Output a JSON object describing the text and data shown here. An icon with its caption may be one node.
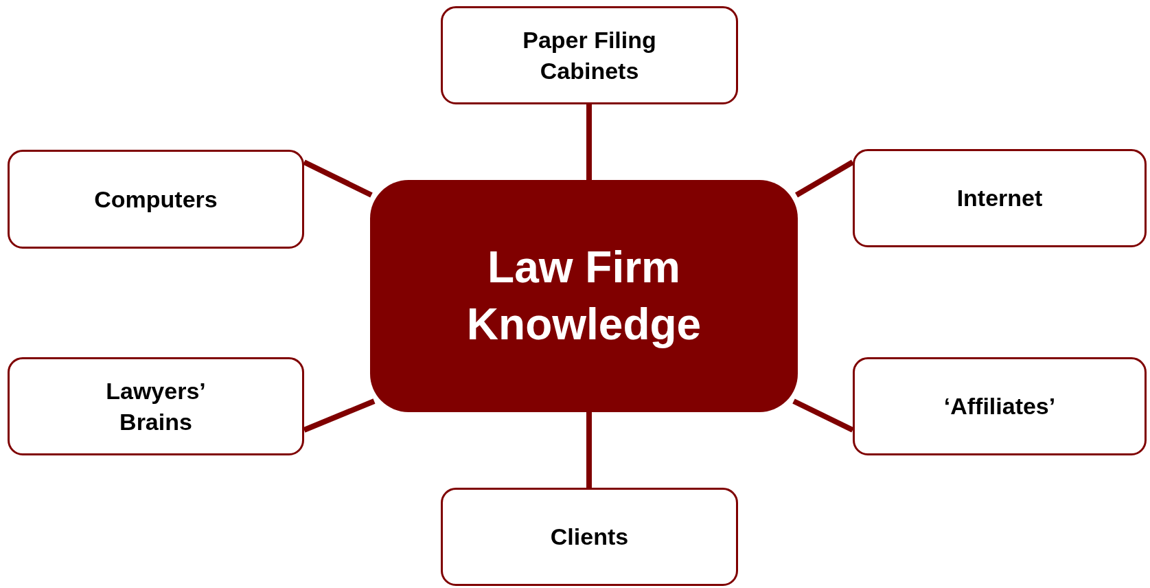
{
  "diagram": {
    "nodes": [
      {
        "text": [
          "Law Firm Knowledge"
        ]
      },
      {
        "text": [
          "Paper Filing Cabinets"
        ]
      },
      {
        "text": [
          "Computers"
        ]
      },
      {
        "text": [
          "Internet"
        ]
      },
      {
        "text": [
          "Lawyers’ Brains"
        ]
      },
      {
        "text": [
          "‘Affiliates’"
        ]
      },
      {
        "text": [
          "Clients"
        ]
      }
    ],
    "edges": [
      {
        "from": 0,
        "to": 1,
        "arrow": "none"
      },
      {
        "from": 0,
        "to": 2,
        "arrow": "none"
      },
      {
        "from": 0,
        "to": 3,
        "arrow": "none"
      },
      {
        "from": 0,
        "to": 4,
        "arrow": "none"
      },
      {
        "from": 0,
        "to": 5,
        "arrow": "none"
      },
      {
        "from": 0,
        "to": 6,
        "arrow": "none"
      }
    ]
  }
}
